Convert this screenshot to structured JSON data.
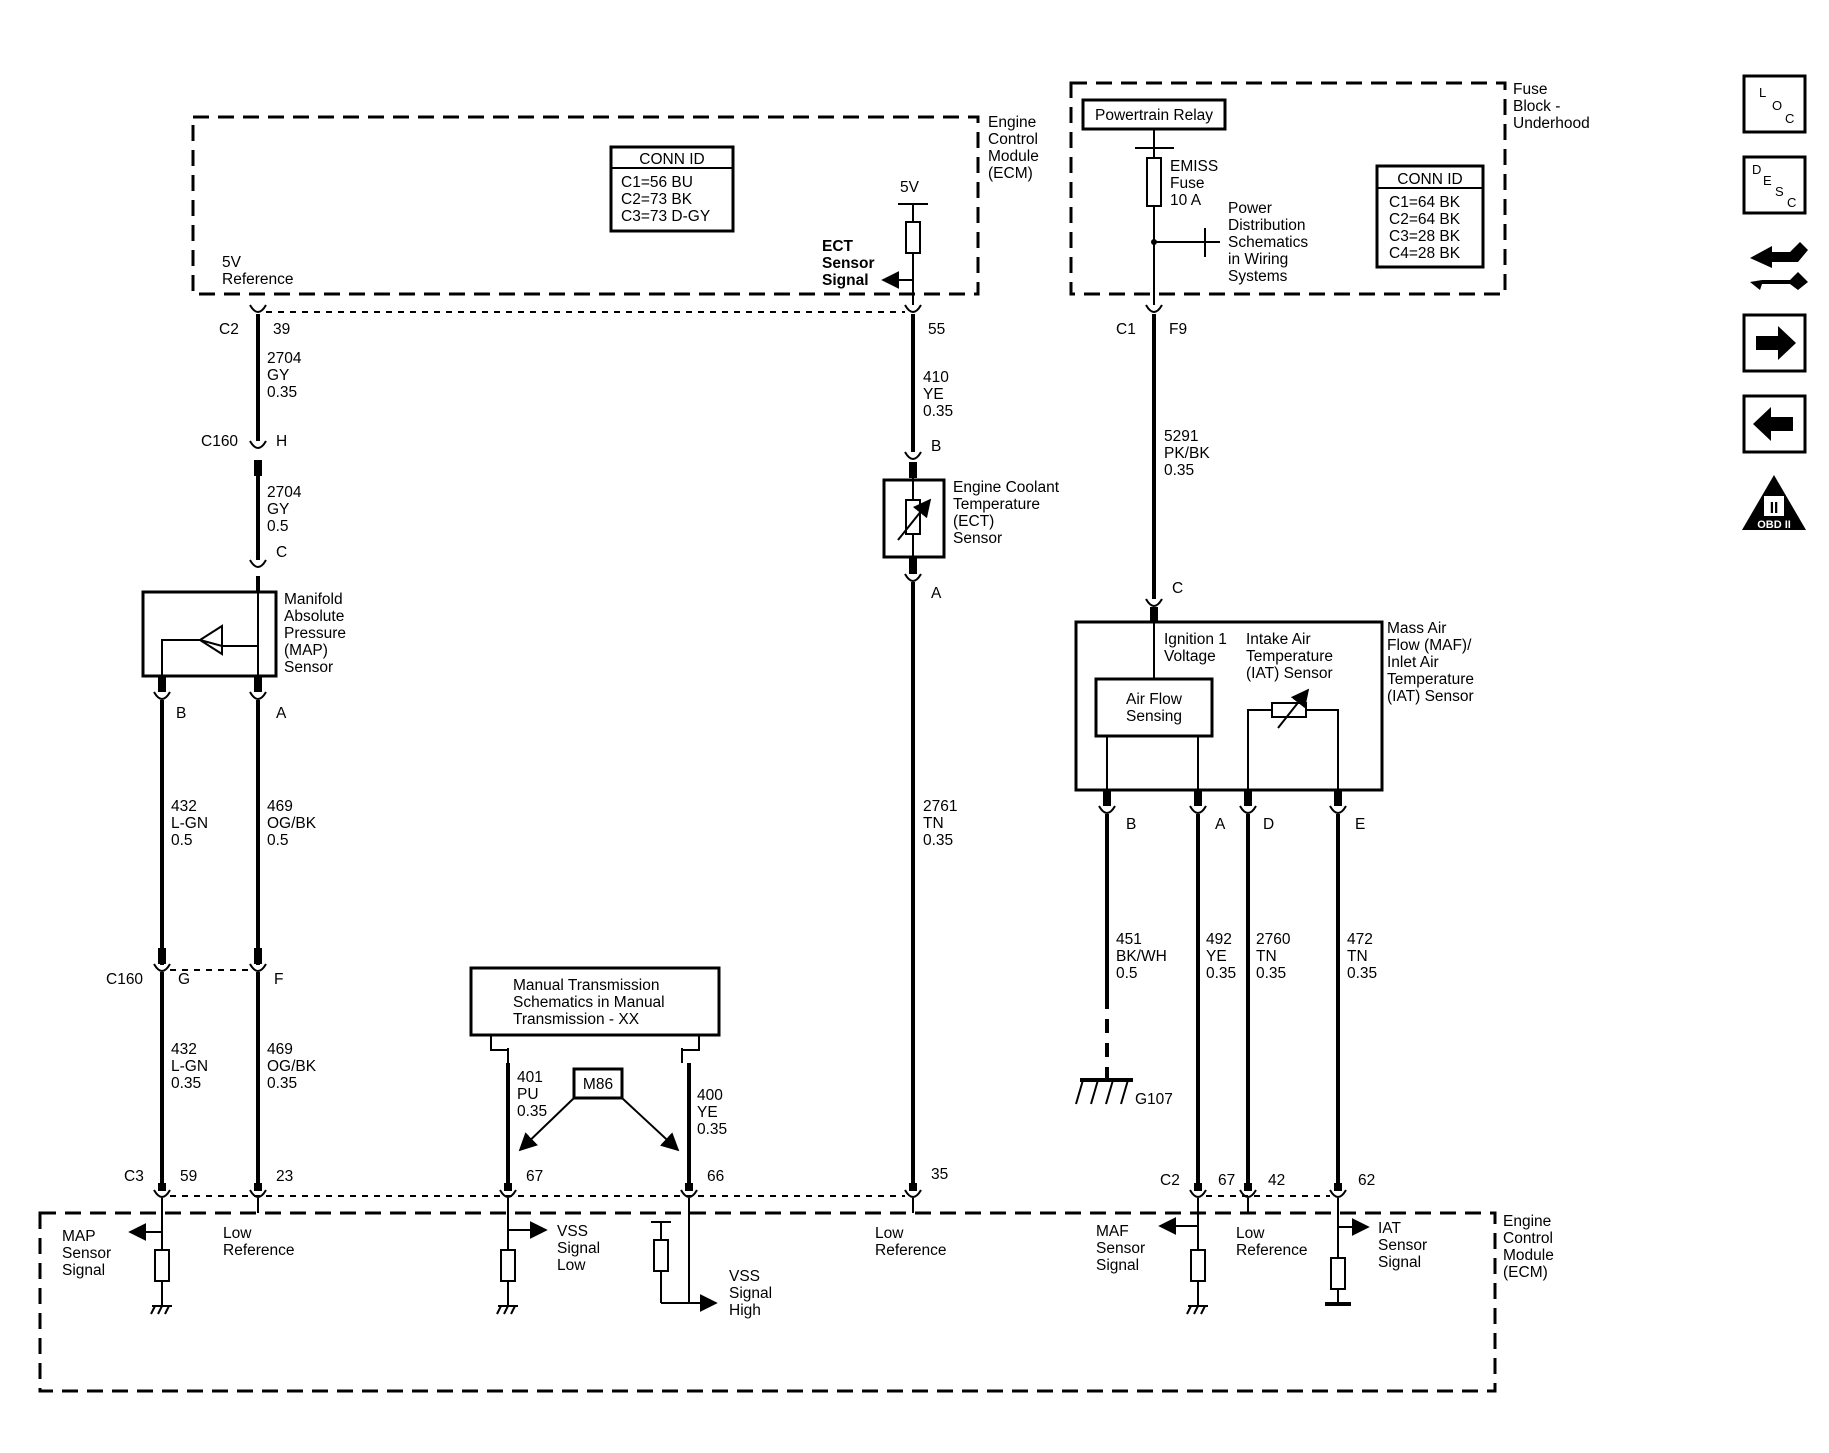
{
  "ecm_top": {
    "title": [
      "Engine",
      "Control",
      "Module",
      "(ECM)"
    ],
    "conn_id": {
      "header": "CONN ID",
      "rows": [
        "C1=56 BU",
        "C2=73 BK",
        "C3=73 D-GY"
      ]
    },
    "ref_5v": [
      "5V",
      "Reference"
    ],
    "supply_5v": "5V",
    "ect_signal": [
      "ECT",
      "Sensor",
      "Signal"
    ]
  },
  "fuse_block": {
    "title": [
      "Fuse",
      "Block -",
      "Underhood"
    ],
    "relay": "Powertrain Relay",
    "fuse": [
      "EMISS",
      "Fuse",
      "10 A"
    ],
    "power_dist": [
      "Power",
      "Distribution",
      "Schematics",
      "in Wiring",
      "Systems"
    ],
    "conn_id": {
      "header": "CONN ID",
      "rows": [
        "C1=64 BK",
        "C2=64 BK",
        "C3=28 BK",
        "C4=28 BK"
      ]
    }
  },
  "connectors": {
    "c2": "C2",
    "c2_pin39": "39",
    "c2_pin55": "55",
    "c1": "C1",
    "c1_f9": "F9",
    "c160_top": "C160",
    "c160_h": "H",
    "map_c": "C",
    "map_b": "B",
    "map_a": "A",
    "c160_bot": "C160",
    "c160_g": "G",
    "c160_f": "F",
    "ect_b": "B",
    "ect_a": "A",
    "maf_c": "C",
    "maf_b": "B",
    "maf_a": "A",
    "maf_d": "D",
    "maf_e": "E",
    "c3": "C3",
    "p59": "59",
    "p23": "23",
    "p67": "67",
    "p66": "66",
    "p35": "35",
    "c2b": "C2",
    "p67b": "67",
    "p42": "42",
    "p62": "62"
  },
  "wires": {
    "w2704a": [
      "2704",
      "GY",
      "0.35"
    ],
    "w2704b": [
      "2704",
      "GY",
      "0.5"
    ],
    "w410": [
      "410",
      "YE",
      "0.35"
    ],
    "w5291": [
      "5291",
      "PK/BK",
      "0.35"
    ],
    "w432a": [
      "432",
      "L-GN",
      "0.5"
    ],
    "w469a": [
      "469",
      "OG/BK",
      "0.5"
    ],
    "w2761": [
      "2761",
      "TN",
      "0.35"
    ],
    "w451": [
      "451",
      "BK/WH",
      "0.5"
    ],
    "w492": [
      "492",
      "YE",
      "0.35"
    ],
    "w2760": [
      "2760",
      "TN",
      "0.35"
    ],
    "w472": [
      "472",
      "TN",
      "0.35"
    ],
    "w432b": [
      "432",
      "L-GN",
      "0.35"
    ],
    "w469b": [
      "469",
      "OG/BK",
      "0.35"
    ],
    "w401": [
      "401",
      "PU",
      "0.35"
    ],
    "w400": [
      "400",
      "YE",
      "0.35"
    ]
  },
  "components": {
    "map_sensor": [
      "Manifold",
      "Absolute",
      "Pressure",
      "(MAP)",
      "Sensor"
    ],
    "ect_sensor": [
      "Engine Coolant",
      "Temperature",
      "(ECT)",
      "Sensor"
    ],
    "maf_sensor": [
      "Mass Air",
      "Flow (MAF)/",
      "Inlet Air",
      "Temperature",
      "(IAT) Sensor"
    ],
    "ign_voltage": [
      "Ignition 1",
      "Voltage"
    ],
    "iat_sensor": [
      "Intake Air",
      "Temperature",
      "(IAT) Sensor"
    ],
    "air_flow": [
      "Air Flow",
      "Sensing"
    ],
    "manual_trans": [
      "Manual Transmission",
      "Schematics in Manual",
      "Transmission - XX"
    ],
    "m86": "M86",
    "g107": "G107"
  },
  "ecm_bottom": {
    "title": [
      "Engine",
      "Control",
      "Module",
      "(ECM)"
    ],
    "map_signal": [
      "MAP",
      "Sensor",
      "Signal"
    ],
    "low_ref1": [
      "Low",
      "Reference"
    ],
    "vss_low": [
      "VSS",
      "Signal",
      "Low"
    ],
    "vss_high": [
      "VSS",
      "Signal",
      "High"
    ],
    "low_ref2": [
      "Low",
      "Reference"
    ],
    "maf_signal": [
      "MAF",
      "Sensor",
      "Signal"
    ],
    "low_ref3": [
      "Low",
      "Reference"
    ],
    "iat_signal": [
      "IAT",
      "Sensor",
      "Signal"
    ]
  },
  "nav": {
    "loc": [
      "L",
      "O",
      "C"
    ],
    "desc": [
      "D",
      "E",
      "S",
      "C"
    ],
    "obd": [
      "II",
      "OBD II"
    ],
    "icons": [
      "loc-icon",
      "desc-icon",
      "connector-repair-icon",
      "arrow-right-icon",
      "arrow-left-icon",
      "obd-ii-icon"
    ]
  }
}
